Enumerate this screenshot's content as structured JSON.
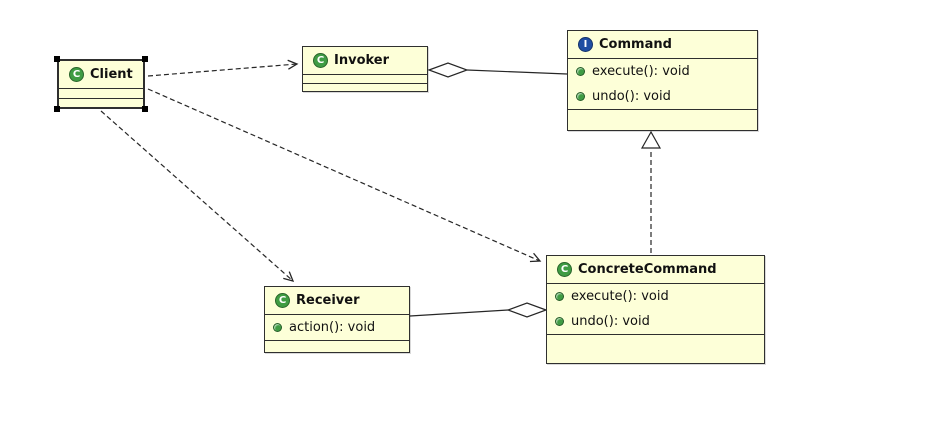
{
  "diagram": {
    "type": "uml-class-diagram",
    "pattern": "Command",
    "classes": {
      "client": {
        "name": "Client",
        "kind": "class",
        "icon_letter": "C",
        "selected": true,
        "methods": []
      },
      "invoker": {
        "name": "Invoker",
        "kind": "class",
        "icon_letter": "C",
        "methods": []
      },
      "command": {
        "name": "Command",
        "kind": "interface",
        "icon_letter": "I",
        "methods": [
          "execute(): void",
          "undo(): void"
        ]
      },
      "receiver": {
        "name": "Receiver",
        "kind": "class",
        "icon_letter": "C",
        "methods": [
          "action(): void"
        ]
      },
      "concreteCommand": {
        "name": "ConcreteCommand",
        "kind": "class",
        "icon_letter": "C",
        "methods": [
          "execute(): void",
          "undo(): void"
        ]
      }
    },
    "relationships": [
      {
        "from": "Client",
        "to": "Invoker",
        "type": "dependency",
        "line": "dashed-open-arrow"
      },
      {
        "from": "Client",
        "to": "Receiver",
        "type": "dependency",
        "line": "dashed-open-arrow"
      },
      {
        "from": "Client",
        "to": "ConcreteCommand",
        "type": "dependency",
        "line": "dashed-open-arrow"
      },
      {
        "from": "Invoker",
        "to": "Command",
        "type": "aggregation",
        "line": "solid-hollow-diamond-at-Invoker"
      },
      {
        "from": "ConcreteCommand",
        "to": "Receiver",
        "type": "aggregation",
        "line": "solid-hollow-diamond-at-ConcreteCommand"
      },
      {
        "from": "ConcreteCommand",
        "to": "Command",
        "type": "realization",
        "line": "dashed-hollow-triangle-at-Command"
      }
    ],
    "colors": {
      "box_fill": "#fdffd8",
      "box_border": "#2f2f2f",
      "class_icon": "#3f9c43",
      "interface_icon": "#1f4ea3",
      "method_icon": "#3f9c43",
      "edge": "#262626",
      "background": "#ffffff"
    }
  }
}
